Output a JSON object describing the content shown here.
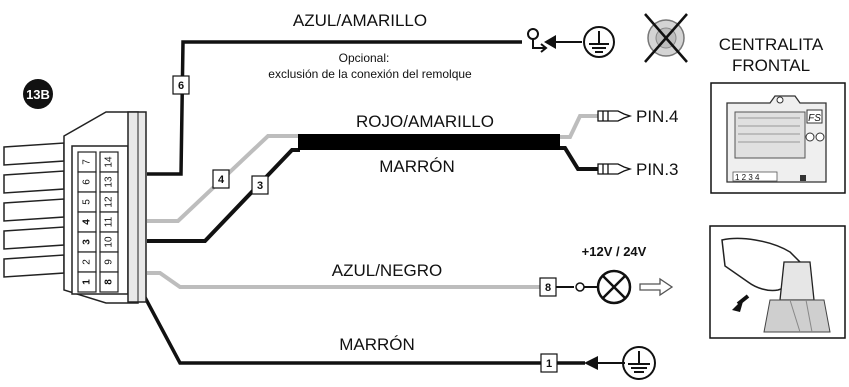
{
  "connector": {
    "badge": "13B",
    "pins_left": [
      "7",
      "6",
      "5",
      "4",
      "3",
      "2",
      "1"
    ],
    "pins_right": [
      "14",
      "13",
      "12",
      "11",
      "10",
      "9",
      "8"
    ],
    "bold_pins": [
      "1",
      "3",
      "4",
      "8"
    ]
  },
  "wires": {
    "azul_amarillo": {
      "label": "AZUL/AMARILLO",
      "tag": "6",
      "color": "#111111"
    },
    "rojo_amarillo": {
      "label": "ROJO/AMARILLO",
      "tag": "4",
      "color": "#bdbdbd"
    },
    "marron_upper": {
      "label": "MARRÓN",
      "tag": "3",
      "color": "#111111"
    },
    "azul_negro": {
      "label": "AZUL/NEGRO",
      "tag": "8",
      "color": "#bdbdbd"
    },
    "marron_lower": {
      "label": "MARRÓN",
      "tag": "1",
      "color": "#111111"
    }
  },
  "notes": {
    "optional_line1": "Opcional:",
    "optional_line2": "exclusión de la conexión del remolque"
  },
  "centralita": {
    "title_line1": "CENTRALITA",
    "title_line2": "FRONTAL",
    "pin4": "PIN.4",
    "pin3": "PIN.3",
    "display_text": "FS",
    "terminal_numbers": "1 2 3 4"
  },
  "power": {
    "label": "+12V / 24V"
  },
  "icons": [
    "trailer-hitch-icon",
    "ground-icon",
    "crossed-out-device-icon",
    "lamp-icon",
    "gear-shift-hand-icon"
  ]
}
